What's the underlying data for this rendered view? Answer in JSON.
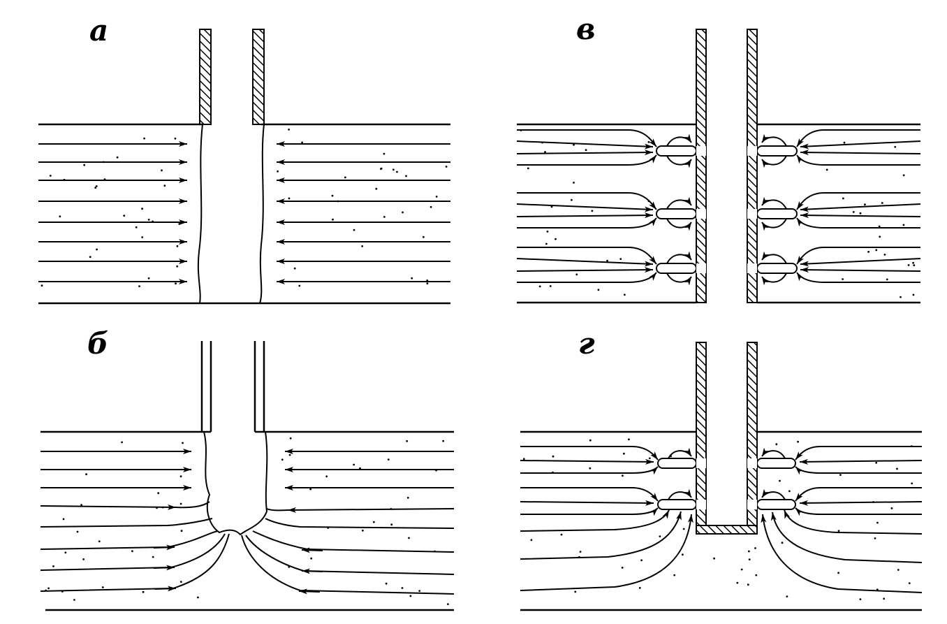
{
  "panels": {
    "a": {
      "label": "а"
    },
    "b": {
      "label": "б"
    },
    "v": {
      "label": "в"
    },
    "g": {
      "label": "г"
    }
  },
  "colors": {
    "ink": "#000000",
    "paper": "#ffffff"
  }
}
